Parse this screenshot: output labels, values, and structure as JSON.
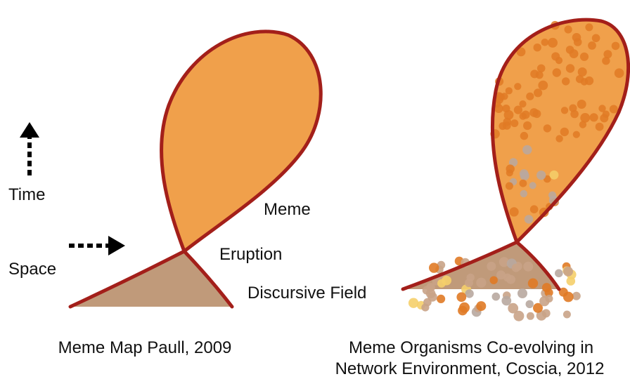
{
  "labels": {
    "time": "Time",
    "space": "Space",
    "meme": "Meme",
    "eruption": "Eruption",
    "discursive_field": "Discursive Field"
  },
  "captions": {
    "left": "Meme Map  Paull, 2009",
    "right_line1": "Meme Organisms Co-evolving in",
    "right_line2": "Network Environment, Coscia, 2012"
  },
  "colors": {
    "outline": "#a31f1a",
    "meme_fill": "#f0a04b",
    "field_fill": "#c09a7a",
    "dot_dark": "#e07a25",
    "dot_grey": "#b8a8a0",
    "dot_yellow": "#f5cf6a",
    "dot_field": "#c9a387",
    "arrow": "#000000",
    "text": "#111111"
  }
}
